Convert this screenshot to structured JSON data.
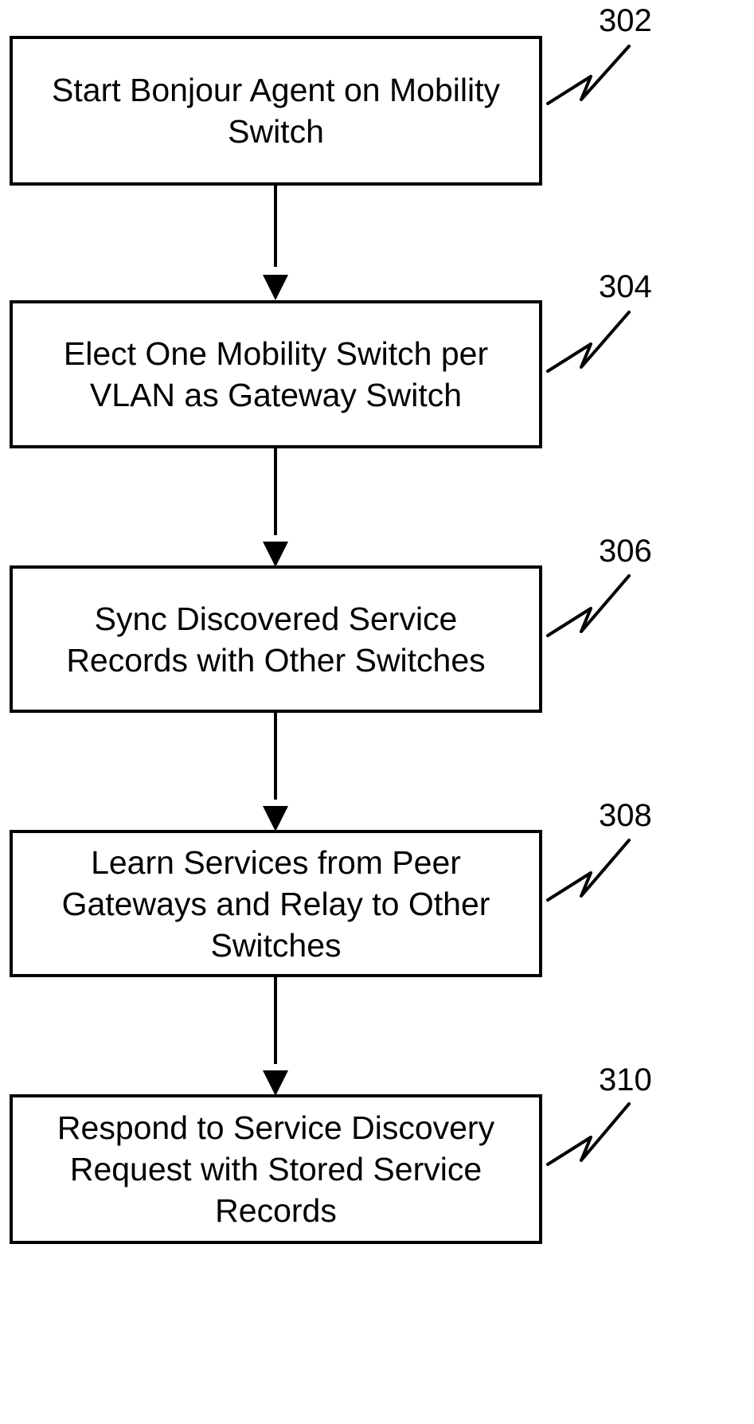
{
  "colors": {
    "stroke": "#000000",
    "fill": "#ffffff",
    "text": "#000000"
  },
  "flowchart": {
    "steps": [
      {
        "ref": "302",
        "lines": [
          "Start Bonjour Agent on Mobility",
          "Switch"
        ]
      },
      {
        "ref": "304",
        "lines": [
          "Elect One Mobility Switch per",
          "VLAN as Gateway Switch"
        ]
      },
      {
        "ref": "306",
        "lines": [
          "Sync Discovered Service",
          "Records with Other Switches"
        ]
      },
      {
        "ref": "308",
        "lines": [
          "Learn Services from Peer",
          "Gateways and Relay to Other",
          "Switches"
        ]
      },
      {
        "ref": "310",
        "lines": [
          "Respond to Service Discovery",
          "Request with Stored Service",
          "Records"
        ]
      }
    ]
  }
}
